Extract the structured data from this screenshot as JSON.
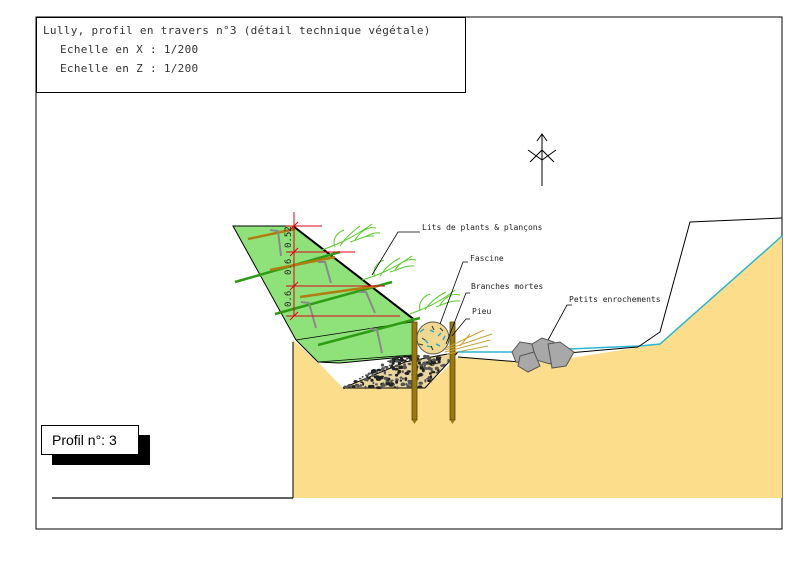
{
  "title": {
    "line1": "Lully, profil en travers n°3 (détail technique végétale)",
    "line2": "Echelle en X : 1/200",
    "line3": "Echelle en Z : 1/200"
  },
  "labels": {
    "lits": "Lits de plants & plançons",
    "fascine": "Fascine",
    "branches": "Branches mortes",
    "pieu": "Pieu",
    "enrochements": "Petits enrochements"
  },
  "dimensions": [
    "0.52",
    "0.6",
    "0.6"
  ],
  "profil_label": "Profil n°: 3",
  "colors": {
    "soil": "#fbdd8c",
    "vegetation": "#8fe27a",
    "water": "#29b6d4",
    "dimension": "#e3001b",
    "stake": "#9a7a10",
    "stone": "#a8a8a8"
  }
}
